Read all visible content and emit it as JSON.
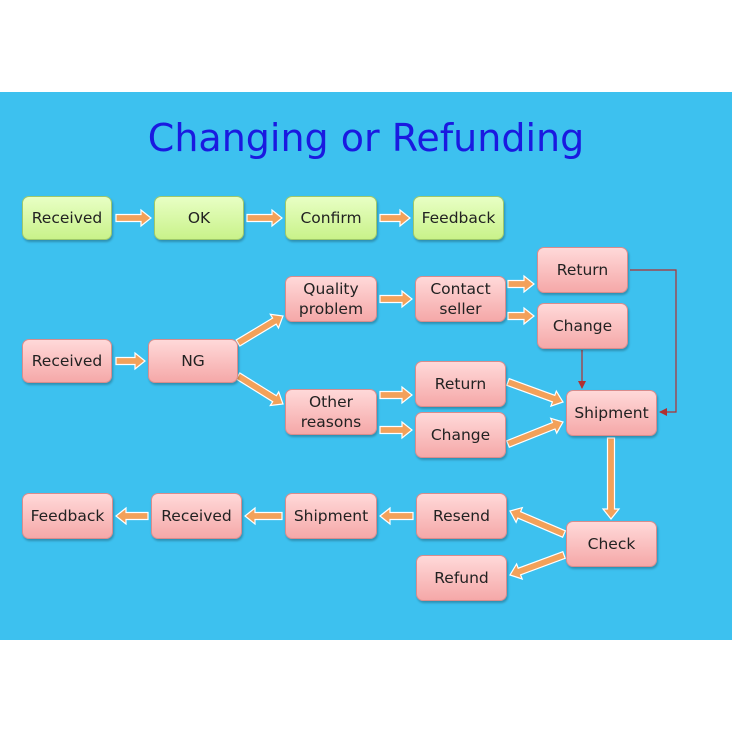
{
  "title": "Changing or Refunding",
  "nodes": {
    "ok_received": "Received",
    "ok": "OK",
    "ok_confirm": "Confirm",
    "ok_feedback": "Feedback",
    "ng_received": "Received",
    "ng": "NG",
    "quality_problem": "Quality\nproblem",
    "contact_seller": "Contact\nseller",
    "return_top": "Return",
    "change_top": "Change",
    "other_reasons": "Other\nreasons",
    "return_mid": "Return",
    "change_mid": "Change",
    "shipment_right": "Shipment",
    "check": "Check",
    "resend": "Resend",
    "refund": "Refund",
    "shipment_bottom": "Shipment",
    "received_bottom": "Received",
    "feedback_bottom": "Feedback"
  },
  "colors": {
    "background": "#3dc1ef",
    "title": "#1a1ae0",
    "ok_path_nodes": "#d4f5a0",
    "ng_path_nodes": "#f7b8b8",
    "arrow_fill": "#f3a15a",
    "connector_line": "#b03030"
  }
}
